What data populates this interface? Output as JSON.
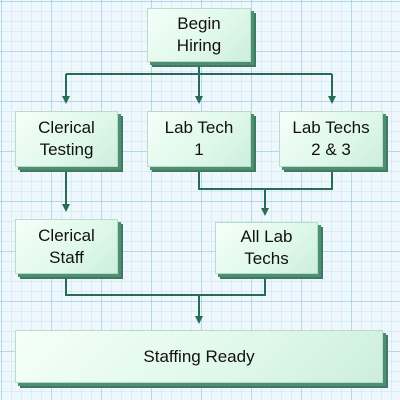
{
  "diagram": {
    "accent_color": "#2a6b55",
    "nodes": {
      "begin_hiring": "Begin\nHiring",
      "clerical_testing": "Clerical\nTesting",
      "lab_tech_1": "Lab Tech\n1",
      "lab_techs_2_3": "Lab Techs\n2 & 3",
      "clerical_staff": "Clerical\nStaff",
      "all_lab_techs": "All Lab\nTechs",
      "staffing_ready": "Staffing Ready"
    }
  }
}
